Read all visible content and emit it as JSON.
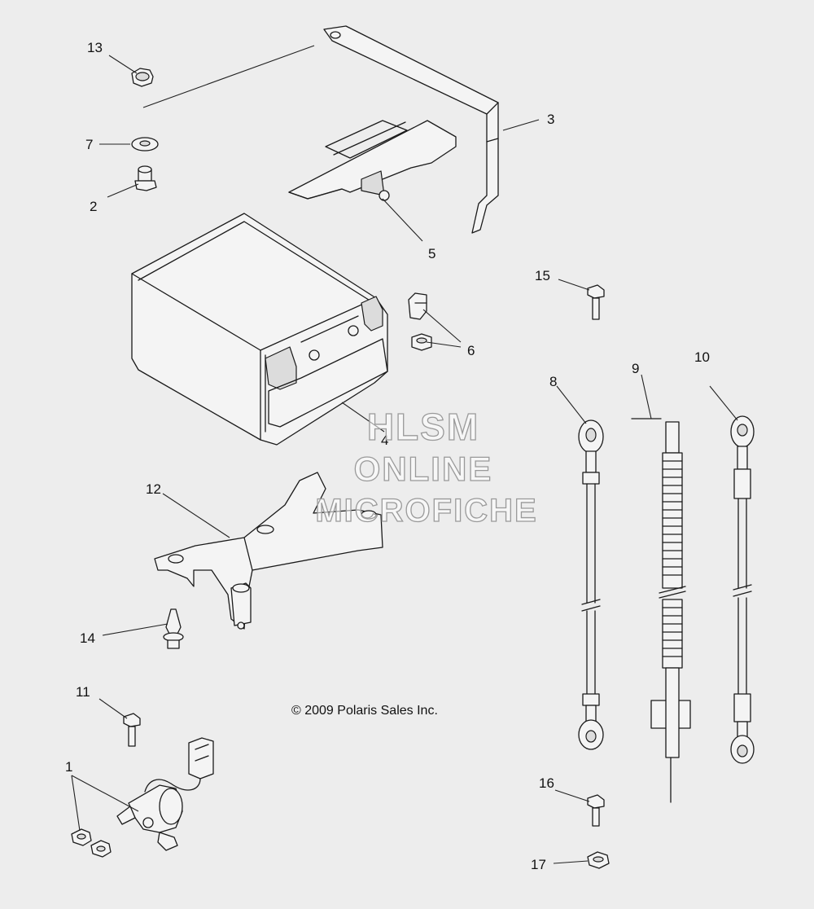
{
  "callouts": [
    {
      "id": "1",
      "label": "1"
    },
    {
      "id": "2",
      "label": "2"
    },
    {
      "id": "3",
      "label": "3"
    },
    {
      "id": "4",
      "label": "4"
    },
    {
      "id": "5",
      "label": "5"
    },
    {
      "id": "6",
      "label": "6"
    },
    {
      "id": "7",
      "label": "7"
    },
    {
      "id": "8",
      "label": "8"
    },
    {
      "id": "9",
      "label": "9"
    },
    {
      "id": "10",
      "label": "10"
    },
    {
      "id": "11",
      "label": "11"
    },
    {
      "id": "12",
      "label": "12"
    },
    {
      "id": "13",
      "label": "13"
    },
    {
      "id": "14",
      "label": "14"
    },
    {
      "id": "15",
      "label": "15"
    },
    {
      "id": "16",
      "label": "16"
    },
    {
      "id": "17",
      "label": "17"
    }
  ],
  "copyright": "© 2009 Polaris Sales Inc.",
  "watermark": {
    "line1": "HLSM",
    "line2": "ONLINE",
    "line3": "MICROFICHE"
  },
  "colors": {
    "background": "#ededed",
    "line": "#1a1a1a"
  }
}
